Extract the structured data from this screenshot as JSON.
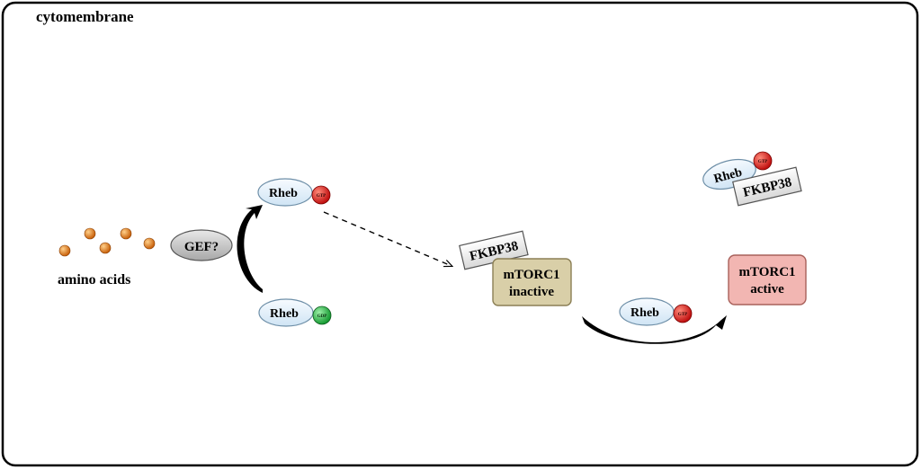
{
  "frame": {
    "label": "cytomembrane"
  },
  "amino_acids": {
    "label": "amino acids",
    "color": "#e8821e"
  },
  "gef": {
    "label": "GEF?"
  },
  "rheb_gtp_top": {
    "label": "Rheb",
    "nucleotide": "GTP"
  },
  "rheb_gdp": {
    "label": "Rheb",
    "nucleotide": "GDP"
  },
  "fkbp38_inactive": {
    "label": "FKBP38"
  },
  "mtorc1_inactive": {
    "line1": "mTORC1",
    "line2": "inactive",
    "color": "#d9cfa8"
  },
  "rheb_gtp_middle": {
    "label": "Rheb",
    "nucleotide": "GTP"
  },
  "mtorc1_active": {
    "line1": "mTORC1",
    "line2": "active",
    "color": "#f2b6b2"
  },
  "complex": {
    "rheb_label": "Rheb",
    "nucleotide": "GTP",
    "fkbp_label": "FKBP38"
  },
  "colors": {
    "gtp": "#e0261e",
    "gdp": "#2fb24a",
    "rheb_fill": "#e6f2fb",
    "gef_fill": "#c7c7c7"
  }
}
